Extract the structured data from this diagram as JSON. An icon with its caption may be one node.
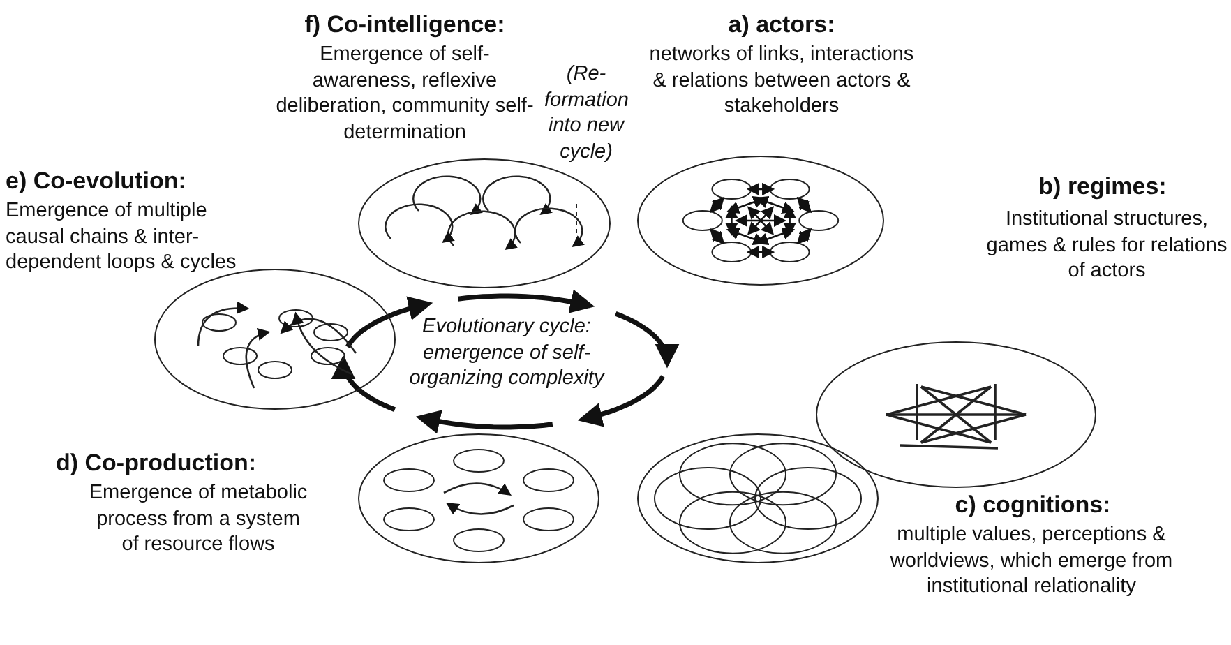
{
  "diagram": {
    "labels": [
      "f) Co-intelligence:",
      "Emergence of self-awareness, reflexive deliberation, community self-determination",
      "(Re-formation into new cycle)",
      "a) actors:",
      "networks of links, interactions & relations between actors & stakeholders",
      "b) regimes:",
      "Institutional structures, games & rules for relations of actors",
      "e) Co-evolution:",
      "Emergence of multiple causal chains & inter-dependent loops & cycles",
      "Evolutionary cycle: emergence of self-organizing complexity",
      "d) Co-production:",
      "Emergence of metabolic process from a system of  resource flows",
      "c) cognitions:",
      "multiple values, perceptions & worldviews, which emerge from institutional relationality"
    ]
  }
}
